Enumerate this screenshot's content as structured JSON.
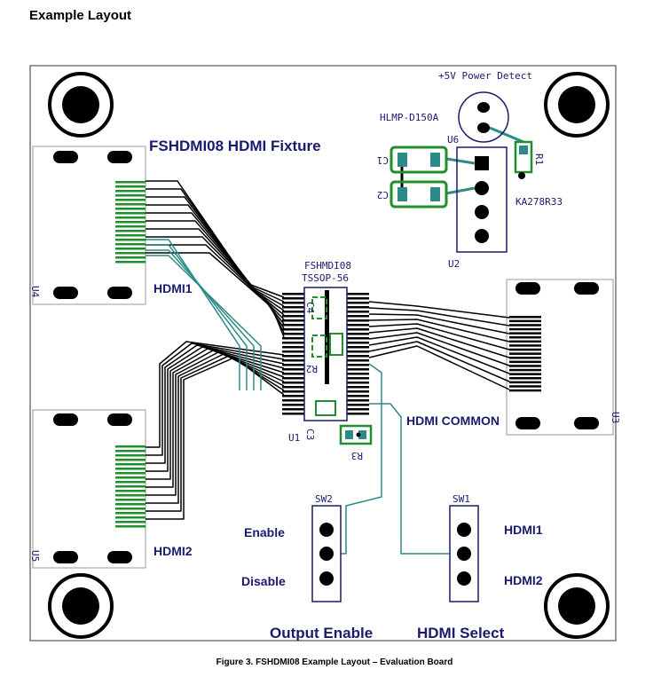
{
  "heading": "Example Layout",
  "caption": "Figure 3.   FSHDMI08 Example Layout – Evaluation Board",
  "colors": {
    "navy": "#1a1a6e",
    "teal": "#2d8a87",
    "green": "#1f8f2b",
    "black": "#000000"
  },
  "labels": {
    "title": "FSHDMI08 HDMI Fixture",
    "power_detect": "+5V Power Detect",
    "led": "HLMP-D150A",
    "u6": "U6",
    "c1": "C1",
    "c2": "C2",
    "r1": "R1",
    "reg": "KA278R33",
    "u2": "U2",
    "u4": "U4",
    "hdmi1": "HDMI1",
    "chip1": "FSHMDI08",
    "chip2": "TSSOP-56",
    "c4": "C4",
    "r2": "R2",
    "c3": "C3",
    "r3": "R3",
    "u1": "U1",
    "hdmi_common": "HDMI COMMON",
    "u3": "U3",
    "u5": "U5",
    "hdmi2": "HDMI2",
    "sw2": "SW2",
    "sw1": "SW1",
    "enable": "Enable",
    "disable": "Disable",
    "sel_hdmi1": "HDMI1",
    "sel_hdmi2": "HDMI2",
    "output_enable": "Output Enable",
    "hdmi_select": "HDMI Select"
  }
}
